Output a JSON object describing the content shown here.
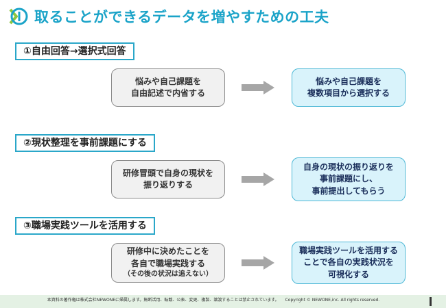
{
  "title": "取ることができるデータを増やすための工夫",
  "sections": [
    {
      "label": "①自由回答→選択式回答",
      "before": [
        "悩みや自己課題を",
        "自由記述で内省する"
      ],
      "before_note": "",
      "after": [
        "悩みや自己課題を",
        "複数項目から選択する"
      ]
    },
    {
      "label": "②現状整理を事前課題にする",
      "before": [
        "研修冒頭で自身の現状を",
        "振り返りする"
      ],
      "before_note": "",
      "after": [
        "自身の現状の振り返りを",
        "事前課題にし、",
        "事前提出してもらう"
      ]
    },
    {
      "label": "③職場実践ツールを活用する",
      "before": [
        "研修中に決めたことを",
        "各自で職場実践する"
      ],
      "before_note": "（その後の状況は追えない）",
      "after": [
        "職場実践ツールを活用する",
        "ことで各自の実践状況を",
        "可視化する"
      ]
    }
  ],
  "footer": {
    "text": "本資料の著作権は株式会社NEWONEに帰属します。無断活用、転載、公表、変更、複製、譲渡することは禁止されています。　　Copyright © NEWONE,inc. All rights reserved."
  },
  "colors": {
    "accent": "#1aa3c8",
    "label_border": "#2aa7c9",
    "before_fill": "#f1f1f1",
    "after_fill": "#d9f3fb",
    "arrow": "#a6a6a6",
    "footer_bg": "#e4f1e4"
  },
  "icons": {
    "logo": "newone-logo-icon",
    "arrow": "right-arrow-icon"
  }
}
